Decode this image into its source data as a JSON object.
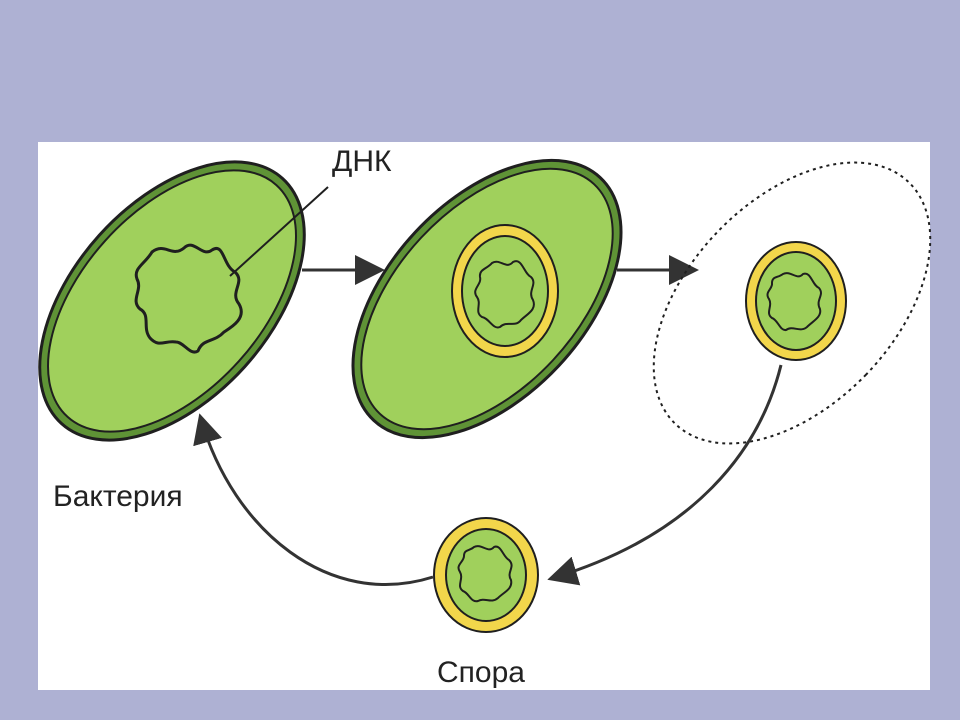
{
  "labels": {
    "dna": "ДНК",
    "bacterium": "Бактерия",
    "spore": "Спора"
  },
  "colors": {
    "background": "#aeb1d3",
    "panel": "#ffffff",
    "cytoplasm": "#9fcf5a",
    "cell_wall": "#5d8f35",
    "spore_coat": "#f0d54a",
    "outline": "#1f1f1f"
  }
}
